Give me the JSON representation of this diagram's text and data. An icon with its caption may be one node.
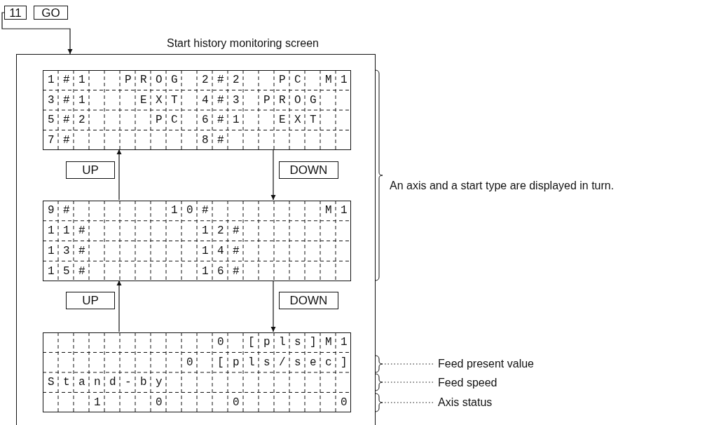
{
  "diagram": {
    "nodes": [
      {
        "text": [
          "11"
        ]
      },
      {
        "text": [
          "GO"
        ]
      },
      {
        "text": [
          "Start history monitoring screen"
        ]
      },
      {
        "text": [
          "1#1  PROG 2#2  PC M1",
          "3#1   EXT 4#3 PROG  ",
          "5#2    PC 6#1  EXT  ",
          "7#        8#        "
        ],
        "in": 2
      },
      {
        "text": [
          "UP"
        ],
        "in": 2
      },
      {
        "text": [
          "DOWN"
        ],
        "in": 2
      },
      {
        "text": [
          "9#      10#       M1",
          "11#       12#       ",
          "13#       14#       ",
          "15#       16#       "
        ],
        "in": 2
      },
      {
        "text": [
          "UP"
        ],
        "in": 2
      },
      {
        "text": [
          "DOWN"
        ],
        "in": 2
      },
      {
        "text": [
          "           0 [pls]M1",
          "         0 [pls/sec]",
          "Stand-by            ",
          "   1   0    0      0"
        ],
        "in": 2
      }
    ],
    "edges": [
      {
        "from": 0,
        "to": 2,
        "arrow": "to"
      },
      {
        "from": 3,
        "to": 6,
        "arrow": "to"
      },
      {
        "from": 6,
        "to": 3,
        "arrow": "to"
      },
      {
        "from": 6,
        "to": 9,
        "arrow": "to"
      },
      {
        "from": 9,
        "to": 6,
        "arrow": "to"
      }
    ],
    "labels": [
      "An axis and a start type are displayed in turn.",
      "Feed present value",
      "Feed speed",
      "Axis status"
    ]
  }
}
